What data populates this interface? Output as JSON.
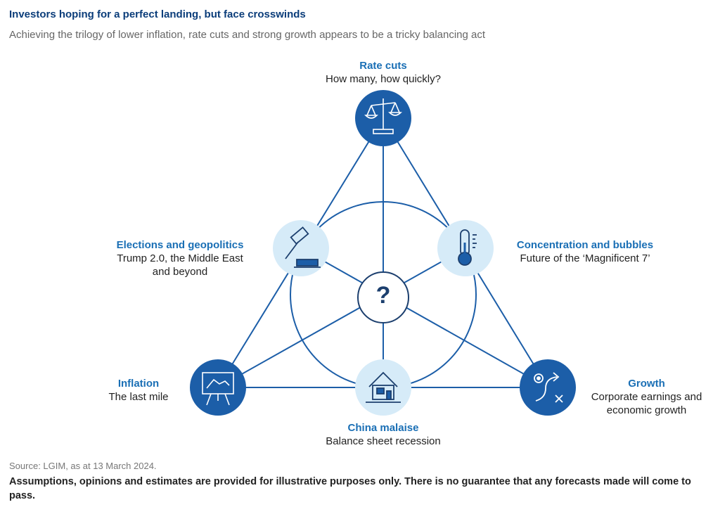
{
  "header": {
    "title": "Investors hoping for a perfect landing, but face crosswinds",
    "subtitle": "Achieving the trilogy of lower inflation, rate cuts and strong growth appears to be a tricky balancing act"
  },
  "nodes": {
    "rate_cuts": {
      "title": "Rate cuts",
      "lines": [
        "How many, how quickly?"
      ],
      "icon": "scales-icon"
    },
    "elections": {
      "title": "Elections and geopolitics",
      "lines": [
        "Trump 2.0, the Middle East",
        "and beyond"
      ],
      "icon": "gavel-icon"
    },
    "concentration": {
      "title": "Concentration and bubbles",
      "lines": [
        "Future of the ‘Magnificent 7’"
      ],
      "icon": "thermometer-icon"
    },
    "inflation": {
      "title": "Inflation",
      "lines": [
        "The last mile"
      ],
      "icon": "chart-board-icon"
    },
    "china": {
      "title": "China malaise",
      "lines": [
        "Balance sheet recession"
      ],
      "icon": "house-icon"
    },
    "growth": {
      "title": "Growth",
      "lines": [
        "Corporate earnings and",
        "economic growth"
      ],
      "icon": "strategy-path-icon"
    },
    "center": {
      "icon": "question-mark-icon",
      "symbol": "?"
    }
  },
  "footer": {
    "source": "Source: LGIM, as at 13 March 2024.",
    "disclaimer": "Assumptions, opinions and estimates are provided for illustrative purposes only. There is no guarantee that any forecasts made will come to pass."
  },
  "colors": {
    "dark_blue": "#1c5ea8",
    "light_blue": "#d6ebf8",
    "line_blue": "#1c5ea8",
    "title_navy": "#0b3d7a",
    "label_blue": "#1a6fb5"
  }
}
